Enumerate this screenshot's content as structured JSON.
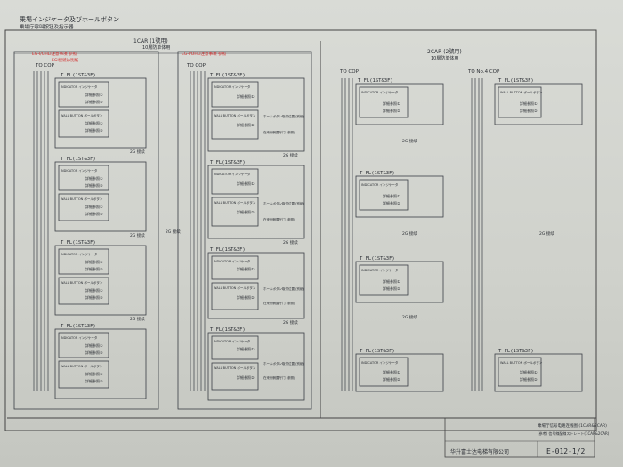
{
  "header": {
    "title": "乗場インジケータ及びホールボタン",
    "subtitle": "乗場庁呼叫按钮及指示器"
  },
  "sections": [
    {
      "car": "1CAR (1號用)",
      "desc": "10層防单体用"
    },
    {
      "car": "2CAR (2號用)",
      "desc": "10層防单体用"
    }
  ],
  "columns": [
    {
      "to_cop": "TO COP",
      "red_note_1": "EG-I/OHLI注意事項 参照",
      "red_note_2": "EGI接続は別紙"
    },
    {
      "to_cop": "TO COP",
      "red_note_1": "EG-I/OHLI注意事項 参照"
    },
    {
      "to_cop": "TO COP"
    },
    {
      "to_cop": "TO No.4 COP"
    }
  ],
  "floor_label": "T  FL(1ST&3F)",
  "floor_label_2": "FL(1ST&3F)",
  "blocks": {
    "indicator": "INDICATOR インジケータ",
    "wall_button": "WALL BUTTON ボールボタン",
    "detail_1": "詳細参照①",
    "detail_2": "詳細参照②",
    "remark_1": "ホールボタン取付位置 (別紙)",
    "remark_2": "在来側側置厅门 (参照)"
  },
  "joint_label": "2G 接续",
  "title_block": {
    "drawing_name": "乘場厅信号电路连线图 (1CAR&2CAR)",
    "drawing_sub": "(参考) 信号線配線ストレート(1CAR&2CAR)",
    "company": "华升富士达电梯有限公司",
    "drawing_no": "E-012-1/2"
  }
}
